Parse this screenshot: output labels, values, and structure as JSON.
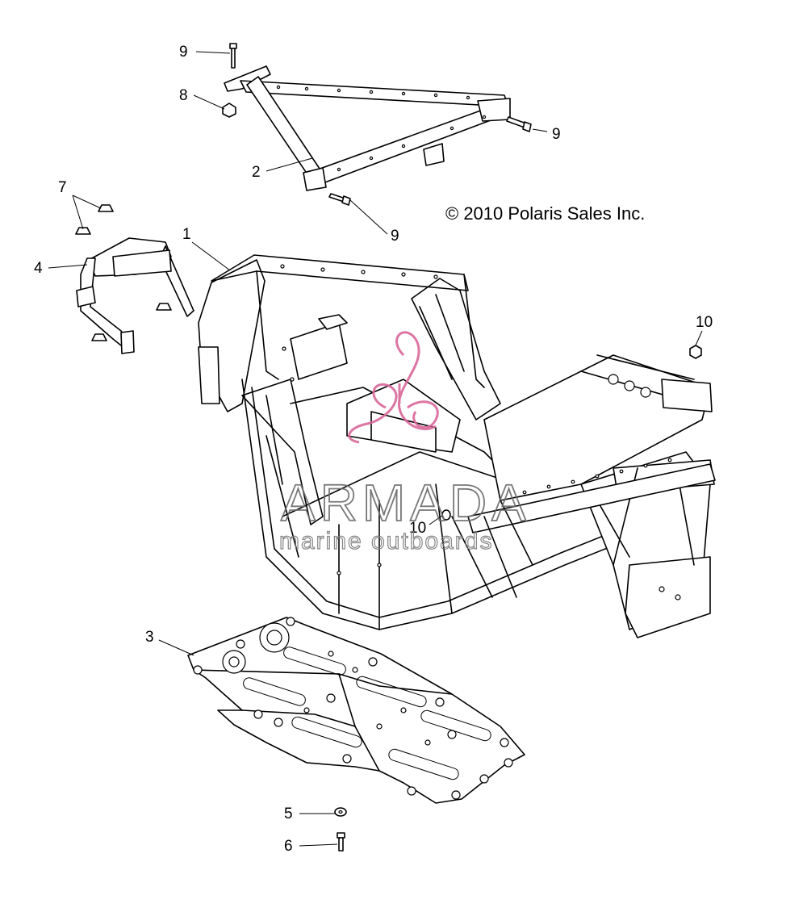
{
  "copyright": "© 2010 Polaris Sales Inc.",
  "watermark": {
    "brand": "ARMADA",
    "tagline": "marine outboards",
    "logo_color": "#d9689a"
  },
  "callouts": [
    {
      "id": "c1",
      "label": "1"
    },
    {
      "id": "c2",
      "label": "2"
    },
    {
      "id": "c3",
      "label": "3"
    },
    {
      "id": "c4",
      "label": "4"
    },
    {
      "id": "c5",
      "label": "5"
    },
    {
      "id": "c6",
      "label": "6"
    },
    {
      "id": "c7",
      "label": "7"
    },
    {
      "id": "c8",
      "label": "8"
    },
    {
      "id": "c9a",
      "label": "9"
    },
    {
      "id": "c9b",
      "label": "9"
    },
    {
      "id": "c9c",
      "label": "9"
    },
    {
      "id": "c10a",
      "label": "10"
    },
    {
      "id": "c10b",
      "label": "10"
    }
  ]
}
